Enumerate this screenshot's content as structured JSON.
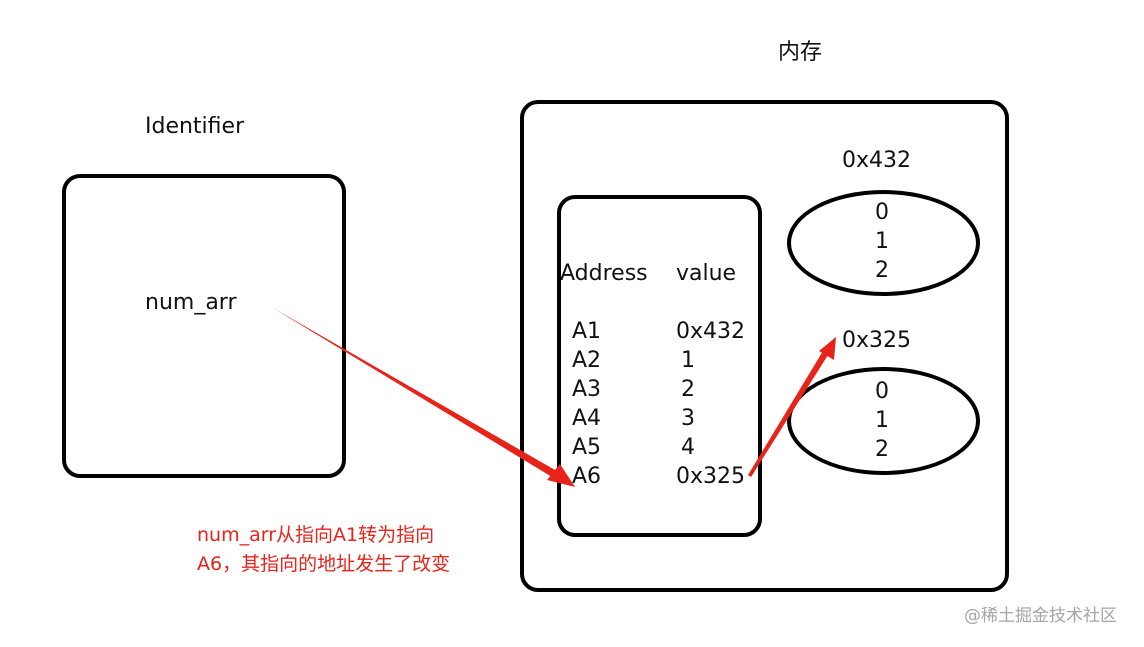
{
  "identifier": {
    "title": "Identifier",
    "variable": "num_arr"
  },
  "memory": {
    "title": "内存",
    "table": {
      "address_header": "Address",
      "value_header": "value",
      "rows": [
        {
          "address": "A1",
          "value": "0x432"
        },
        {
          "address": "A2",
          "value": "1"
        },
        {
          "address": "A3",
          "value": "2"
        },
        {
          "address": "A4",
          "value": "3"
        },
        {
          "address": "A5",
          "value": "4"
        },
        {
          "address": "A6",
          "value": "0x325"
        }
      ]
    },
    "objects": [
      {
        "address": "0x432",
        "values": [
          "0",
          "1",
          "2"
        ]
      },
      {
        "address": "0x325",
        "values": [
          "0",
          "1",
          "2"
        ]
      }
    ]
  },
  "annotation": {
    "line1": "num_arr从指向A1转为指向",
    "line2": "A6，其指向的地址发生了改变"
  },
  "watermark": "@稀土掘金技术社区",
  "colors": {
    "arrow": "#e8231a",
    "annotation_text": "#e8231a",
    "outline": "#000000",
    "watermark": "#a5a5a5"
  }
}
